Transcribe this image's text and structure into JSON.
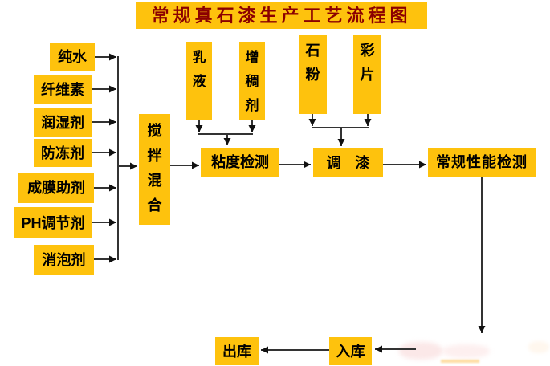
{
  "title": "常规真石漆生产工艺流程图",
  "colors": {
    "background": "#FFFFFF",
    "box_fill": "#FEC20D",
    "title_text": "#8B0000",
    "text": "#000000",
    "line": "#333333",
    "arrow": "#111111"
  },
  "nodes": {
    "pure_water": "纯水",
    "cellulose": "纤维素",
    "wetting_agent": "润湿剂",
    "antifreeze": "防冻剂",
    "film_forming_aid": "成膜助剂",
    "ph_adjuster": "PH调节剂",
    "defoamer": "消泡剂",
    "stir_mix": "搅拌混合",
    "emulsion": "乳液",
    "thickener": "增稠剂",
    "viscosity_test": "粘度检测",
    "stone_powder": "石粉",
    "color_chips": "彩片",
    "paint_tinting": "调　漆",
    "performance_test": "常规性能检测",
    "warehouse_in": "入库",
    "warehouse_out": "出库"
  }
}
